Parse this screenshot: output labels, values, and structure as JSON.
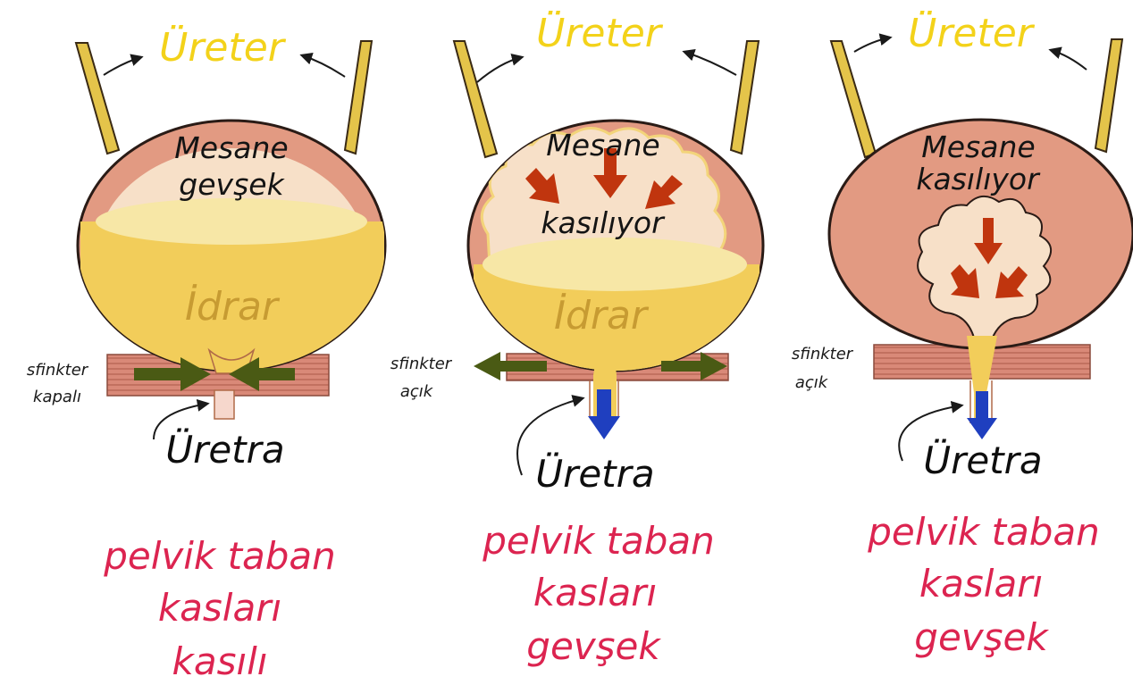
{
  "colors": {
    "ureter_label": "#f3d21a",
    "ureter_tube": "#e4c44a",
    "bladder_wall": "#e29a82",
    "bladder_outline": "#2a1b16",
    "bladder_lining": "#f7e0c8",
    "urine": "#f2cd5a",
    "urine_surface": "#f7e7a6",
    "sphincter_muscle": "#d98978",
    "contraction_arrow": "#c0350e",
    "sphincter_arrow": "#4a5a14",
    "flow_arrow": "#1f3fbf",
    "pelvic_text": "#dc2450"
  },
  "panels": [
    {
      "ureter_label": "Üreter",
      "bladder_line1": "Mesane",
      "bladder_line2": "gevşek",
      "urine_label": "İdrar",
      "sphincter_line1": "sfinkter",
      "sphincter_line2": "kapalı",
      "urethra_label": "Üretra",
      "pelvic_line1": "pelvik taban",
      "pelvic_line2": "kasları",
      "pelvic_line3": "kasılı"
    },
    {
      "ureter_label": "Üreter",
      "bladder_line1": "Mesane",
      "bladder_line2": "kasılıyor",
      "urine_label": "İdrar",
      "sphincter_line1": "sfinkter",
      "sphincter_line2": "açık",
      "urethra_label": "Üretra",
      "pelvic_line1": "pelvik taban",
      "pelvic_line2": "kasları",
      "pelvic_line3": "gevşek"
    },
    {
      "ureter_label": "Üreter",
      "bladder_line1": "Mesane",
      "bladder_line2": "kasılıyor",
      "urine_label": "",
      "sphincter_line1": "sfinkter",
      "sphincter_line2": "açık",
      "urethra_label": "Üretra",
      "pelvic_line1": "pelvik taban",
      "pelvic_line2": "kasları",
      "pelvic_line3": "gevşek"
    }
  ]
}
